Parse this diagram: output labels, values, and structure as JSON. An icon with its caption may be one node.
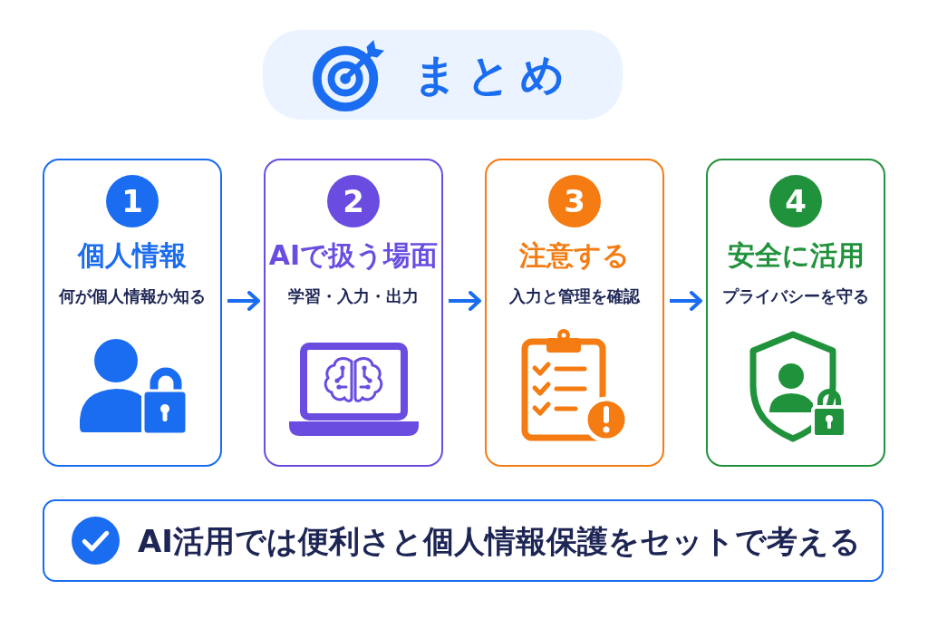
{
  "diagram": {
    "title": "まとめ",
    "nodes": [
      {
        "text": [
          "個人情報",
          "何が個人情報か知る"
        ]
      },
      {
        "text": [
          "1"
        ],
        "in": 0
      },
      {
        "text": [
          "AIで扱う場面",
          "学習・入力・出力"
        ]
      },
      {
        "text": [
          "2"
        ],
        "in": 2
      },
      {
        "text": [
          "注意する",
          "入力と管理を確認"
        ]
      },
      {
        "text": [
          "3"
        ],
        "in": 4
      },
      {
        "text": [
          "安全に活用",
          "プライバシーを守る"
        ]
      },
      {
        "text": [
          "4"
        ],
        "in": 6
      },
      {
        "text": [
          "AI活用では便利さと個人情報保護をセットで考える"
        ]
      }
    ],
    "edges": [
      {
        "from": 0,
        "to": 2,
        "arrow": "to"
      },
      {
        "from": 2,
        "to": 4,
        "arrow": "to"
      },
      {
        "from": 4,
        "to": 6,
        "arrow": "to"
      }
    ]
  }
}
